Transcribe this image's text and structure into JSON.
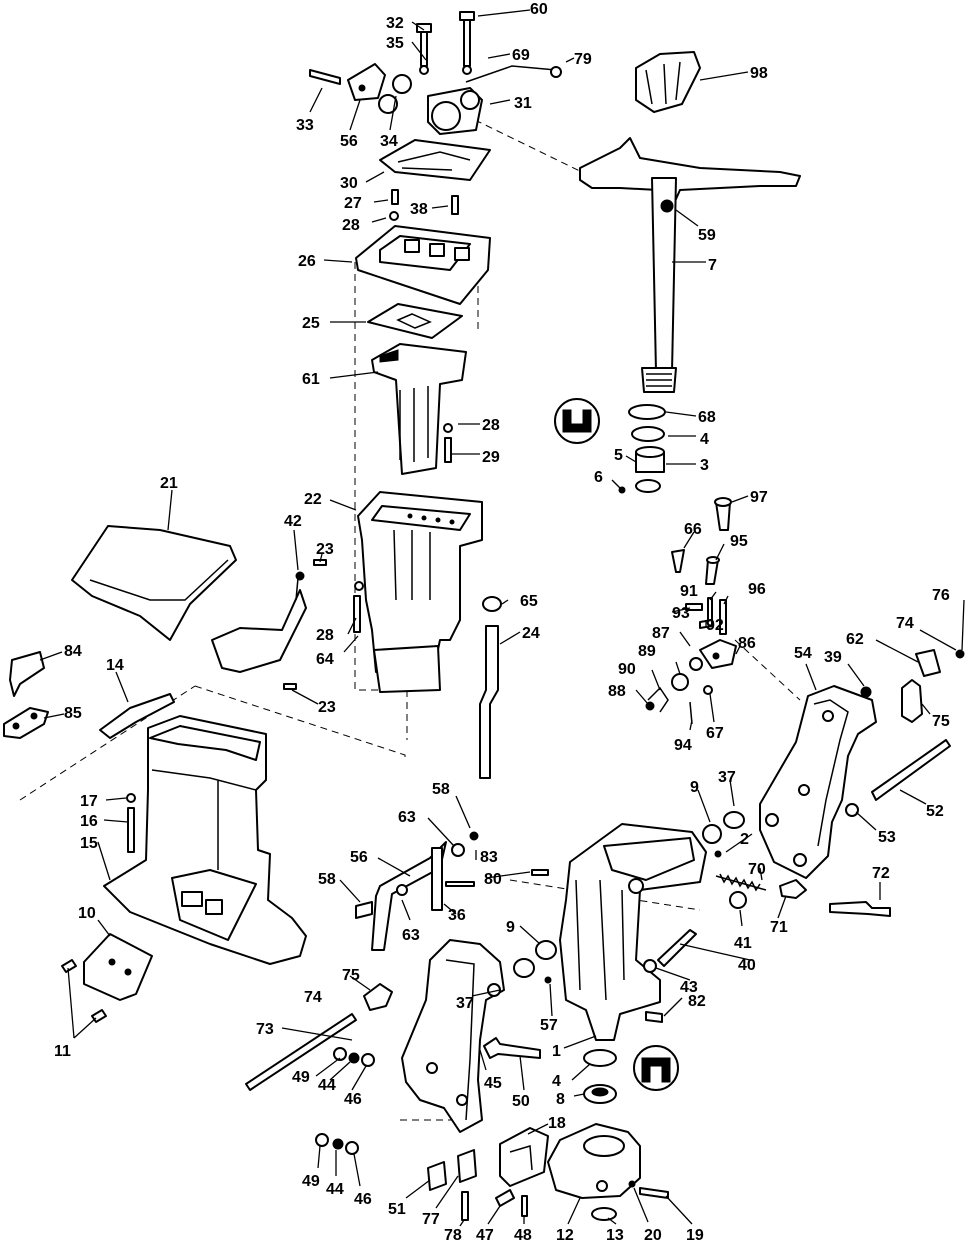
{
  "diagram": {
    "callouts": [
      "60",
      "32",
      "35",
      "69",
      "79",
      "98",
      "33",
      "56",
      "34",
      "31",
      "30",
      "27",
      "28",
      "38",
      "59",
      "7",
      "26",
      "25",
      "61",
      "28",
      "29",
      "68",
      "4",
      "5",
      "3",
      "6",
      "97",
      "21",
      "22",
      "66",
      "95",
      "42",
      "23",
      "91",
      "96",
      "93",
      "92",
      "87",
      "76",
      "65",
      "74",
      "62",
      "28",
      "24",
      "86",
      "64",
      "89",
      "39",
      "54",
      "84",
      "14",
      "90",
      "85",
      "88",
      "23",
      "94",
      "67",
      "75",
      "17",
      "37",
      "58",
      "9",
      "52",
      "16",
      "63",
      "83",
      "53",
      "2",
      "15",
      "56",
      "80",
      "70",
      "72",
      "58",
      "36",
      "10",
      "71",
      "9",
      "41",
      "63",
      "40",
      "75",
      "37",
      "57",
      "43",
      "74",
      "82",
      "73",
      "1",
      "49",
      "44",
      "46",
      "45",
      "50",
      "4",
      "8",
      "11",
      "18",
      "49",
      "44",
      "46",
      "51",
      "77",
      "47",
      "48",
      "12",
      "13",
      "20",
      "19",
      "78"
    ],
    "symbols": {
      "lubricant_a": "",
      "lubricant_b": ""
    }
  }
}
